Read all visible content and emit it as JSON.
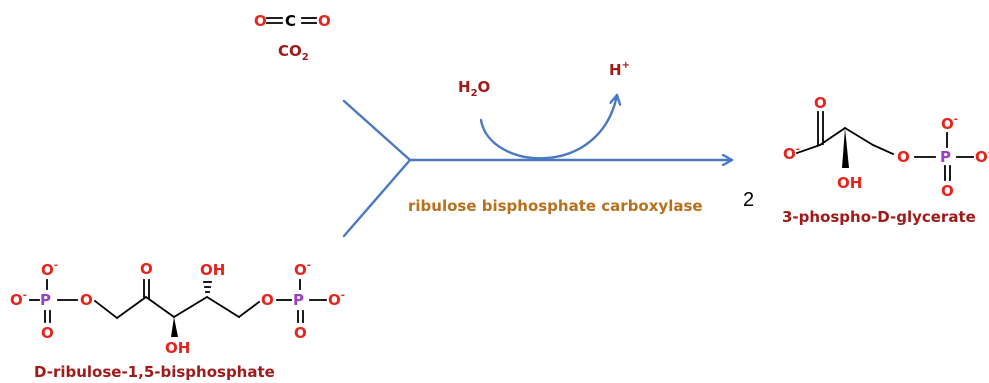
{
  "colors": {
    "oxygen": "#e8231d",
    "carbon": "#000000",
    "phosphorus": "#9a3fbf",
    "label": "#a01a1a",
    "enzyme": "#b8701c",
    "arrow": "#4a78c2"
  },
  "co2": {
    "structure": {
      "o_left": "O",
      "c": "C",
      "o_right": "O"
    },
    "formula": {
      "main": "CO",
      "sub": "2"
    }
  },
  "reaction": {
    "water": {
      "h": "H",
      "sub": "2",
      "o": "O"
    },
    "proton": {
      "h": "H",
      "charge": "+"
    },
    "enzyme": "ribulose bisphosphate carboxylase",
    "coefficient": "2"
  },
  "rubp": {
    "name": "D-ribulose-1,5-bisphosphate",
    "atoms": {
      "lp_o_top": "O",
      "lp_o_top_charge": "-",
      "lp_o_left": "O",
      "lp_o_left_charge": "-",
      "lp_p": "P",
      "lp_o_bridge": "O",
      "lp_o_bottom": "O",
      "keto_o": "O",
      "oh_top": "OH",
      "oh_bottom": "OH",
      "rp_o_bridge": "O",
      "rp_p": "P",
      "rp_o_top": "O",
      "rp_o_top_charge": "-",
      "rp_o_right": "O",
      "rp_o_right_charge": "-",
      "rp_o_bottom": "O"
    }
  },
  "product": {
    "name": "3-phospho-D-glycerate",
    "atoms": {
      "carbonyl_o": "O",
      "carboxyl_o": "O",
      "carboxyl_charge": "-",
      "oh": "OH",
      "bridge_o": "O",
      "p": "P",
      "o_top": "O",
      "o_top_charge": "-",
      "o_right": "O",
      "o_right_charge": "-",
      "o_bottom": "O"
    }
  }
}
